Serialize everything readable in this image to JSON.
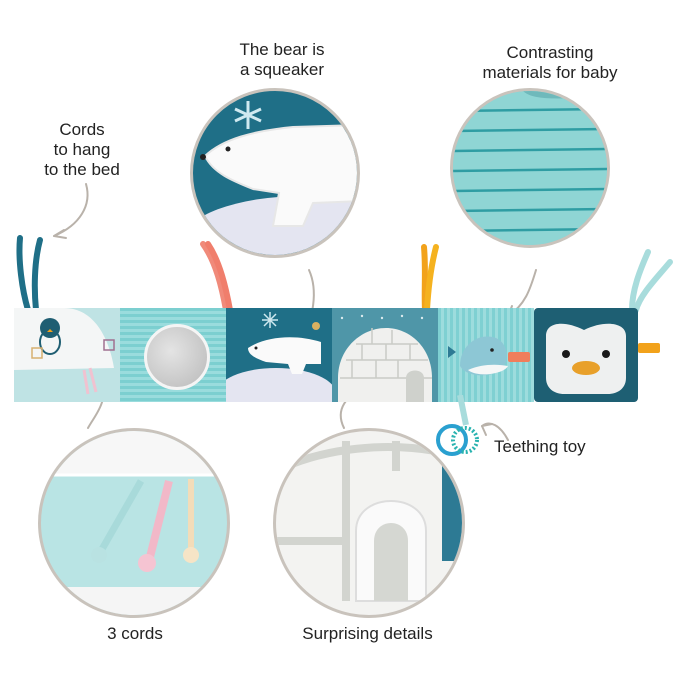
{
  "image": {
    "subject": "Baby crib bumper activity book with polar theme",
    "background": "#ffffff"
  },
  "callouts": {
    "bear": {
      "line1": "The bear is",
      "line2": "a squeaker"
    },
    "materials": {
      "line1": "Contrasting",
      "line2": "materials for baby"
    },
    "cords_hang": {
      "line1": "Cords",
      "line2": "to hang",
      "line3": "to the bed"
    },
    "teething": {
      "text": "Teething toy"
    },
    "three_cords": {
      "text": "3 cords"
    },
    "details": {
      "text": "Surprising details"
    }
  },
  "product": {
    "panels": [
      {
        "name": "penguin-flap-panel",
        "color": "#bfe3e4"
      },
      {
        "name": "mirror-panel",
        "color": "#7ccfd0"
      },
      {
        "name": "polar-bear-panel",
        "color": "#1f6f87"
      },
      {
        "name": "igloo-panel",
        "color": "#4f96a8"
      },
      {
        "name": "whale-panel",
        "color": "#7fd0d2"
      },
      {
        "name": "penguin-face-panel",
        "color": "#1e5f73"
      }
    ],
    "tab_colors": {
      "teal": "#1f6f87",
      "coral": "#f08a7a",
      "orange": "#f2a21b",
      "mint": "#a8dcdc"
    }
  },
  "colors": {
    "arrow": "#b9b2aa",
    "circle_border": "#c9c3bc",
    "text": "#222222"
  }
}
